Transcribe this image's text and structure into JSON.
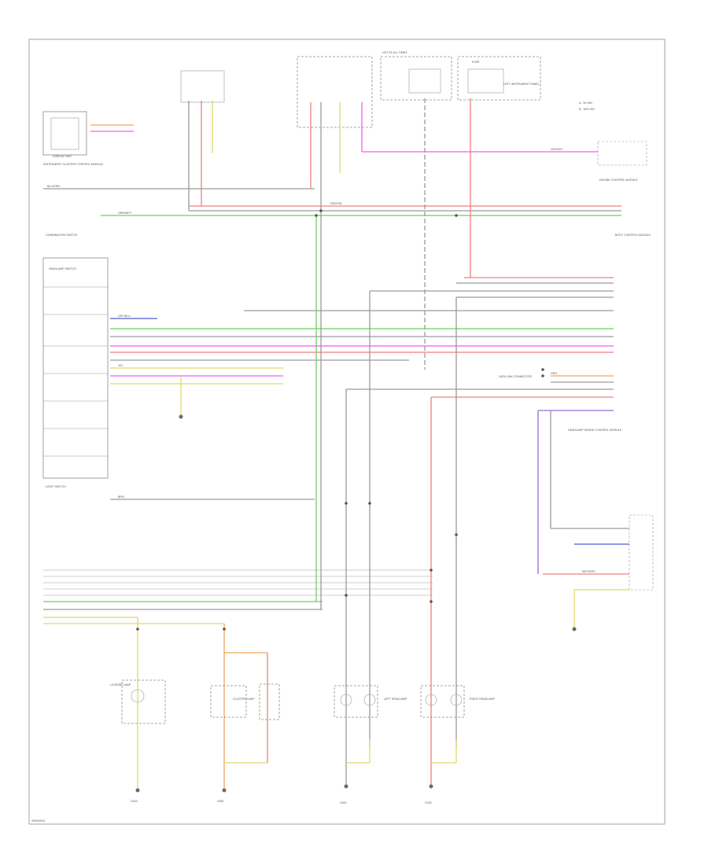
{
  "labels": {
    "page_code": "W0000001",
    "left_switch": "LIGHT SWITCH",
    "light_switch_module": "COMBINATION SWITCH",
    "headlamp_switch": "HEADLAMP SWITCH",
    "instr_cluster": "INSTRUMENT CLUSTER CONTROL MODULE",
    "display": "DISPLAY UNIT",
    "bcm": "BODY CONTROL MODULE",
    "fuse_panel": "LEFT INSTRUMENT PANEL",
    "hot_at_all": "HOT AT ALL TIMES",
    "fuse_block": "FUSE",
    "diode_left": "LEFT HEADLAMP",
    "diode_right": "RIGHT HEADLAMP",
    "license": "LICENSE LAMP",
    "cluster_lamp": "CLUSTER LAMP",
    "ground_main": "G303",
    "ground_left": "G401",
    "ground_right": "G402",
    "ground_center": "G501",
    "note_a": "A - W/ HID",
    "note_b": "B - W/O HID",
    "engine_module": "ENGINE CONTROL MODULE",
    "data_link": "DATA LINK CONNECTOR",
    "hid_module": "HEADLAMP RANGE CONTROL MODULE"
  },
  "wires": {
    "blu_grn": "BLU/GRN",
    "grn_wht": "GRN/WHT",
    "red_yel": "RED/YEL",
    "vio_wht": "VIO/WHT",
    "brn": "BRN",
    "yel": "YEL",
    "gry_blu": "GRY/BLU",
    "org": "ORG",
    "wht_red": "WHT/RED"
  },
  "colors": {
    "green": "#6fcf63",
    "red": "#ef7f7f",
    "pink": "#f25cf2",
    "yellow": "#e2d86a",
    "orange": "#f2a55c",
    "gray": "#9a9a9a",
    "blue": "#4a5bd8",
    "purple": "#9b6ad8"
  }
}
